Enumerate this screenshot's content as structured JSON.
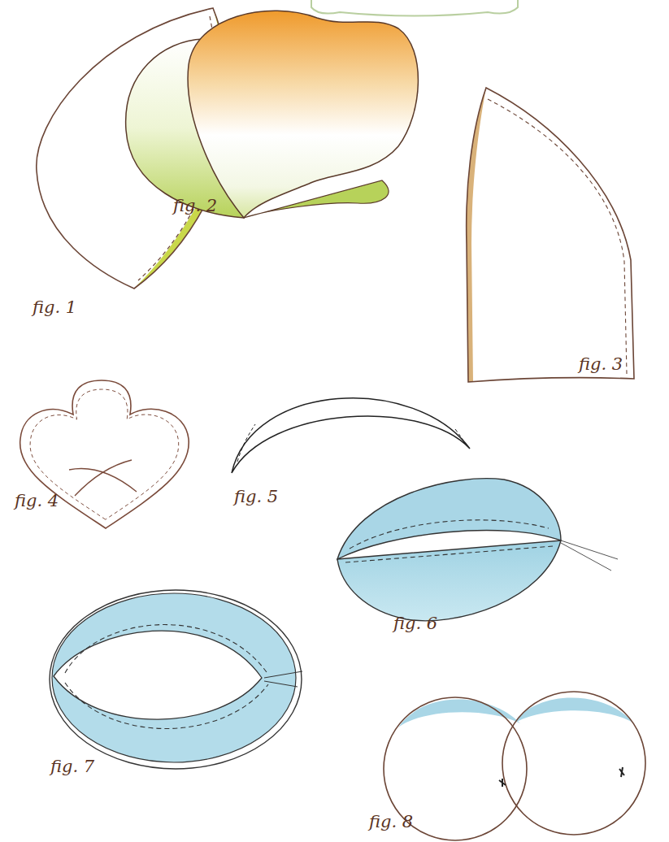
{
  "diagram": {
    "labels": [
      "fig. 1",
      "fig. 2",
      "fig. 3",
      "fig. 4",
      "fig. 5",
      "fig. 6",
      "fig. 7",
      "fig. 8"
    ]
  }
}
